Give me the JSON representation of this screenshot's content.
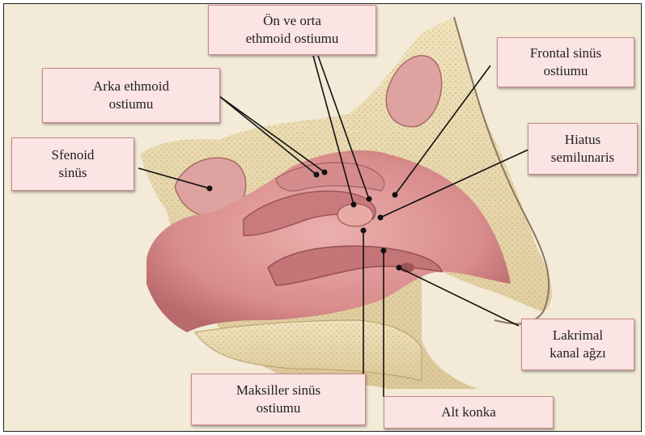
{
  "labels": {
    "on_orta": {
      "line1": "Ön ve orta",
      "line2": "ethmoid ostiumu"
    },
    "arka": {
      "line1": "Arka ethmoid",
      "line2": "ostiumu"
    },
    "frontal": {
      "line1": "Frontal sinüs",
      "line2": "ostiumu"
    },
    "sfenoid": {
      "line1": "Sfenoid",
      "line2": "sinüs"
    },
    "hiatus": {
      "line1": "Hiatus",
      "line2": "semilunaris"
    },
    "lakrimal": {
      "line1": "Lakrimal",
      "line2": "kanal ağzı"
    },
    "maksiller": {
      "line1": "Maksiller sinüs",
      "line2": "ostiumu"
    },
    "alt_konka": {
      "line1": "Alt konka"
    }
  },
  "colors": {
    "label_fill": "#fbe4e4",
    "label_border": "#c98787",
    "mucosa": "#d98c8c",
    "bone": "#eadbb0",
    "background": "#f3ead8"
  }
}
